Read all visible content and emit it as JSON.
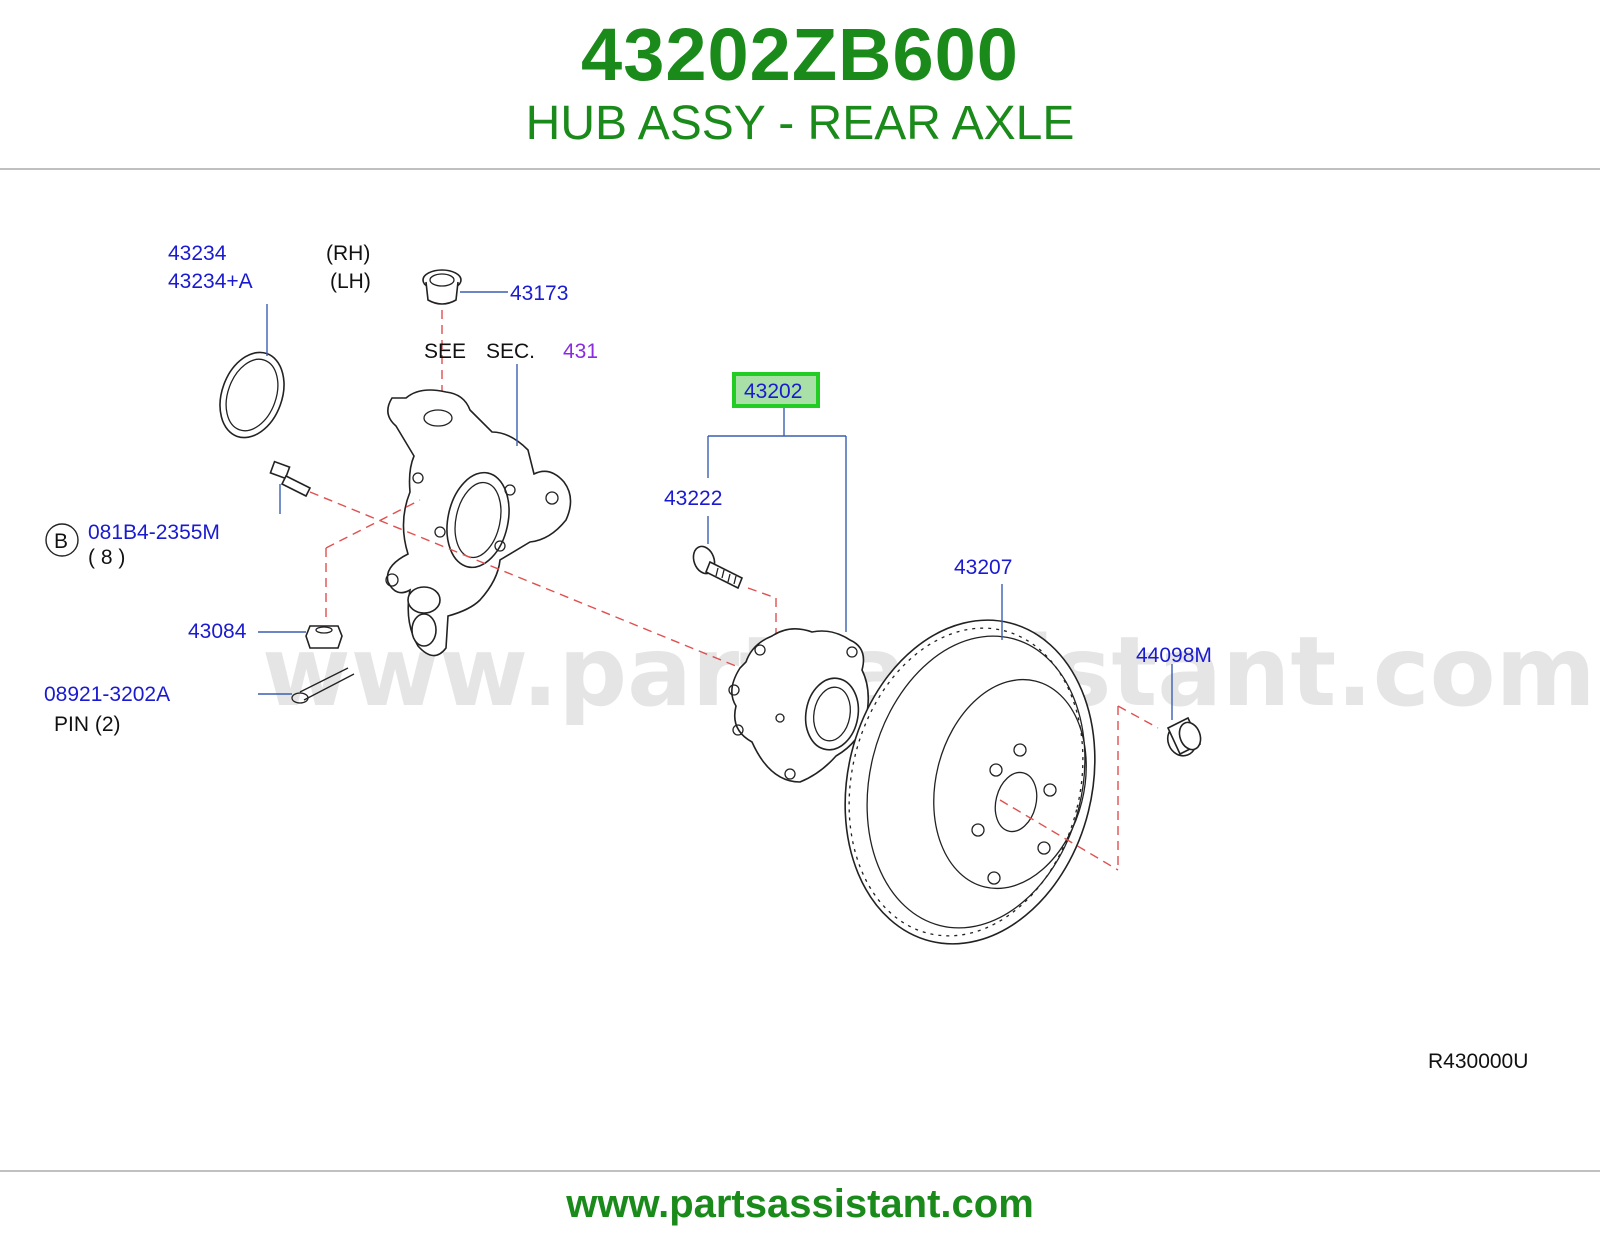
{
  "header": {
    "part_number": "43202ZB600",
    "part_title": "HUB ASSY - REAR AXLE"
  },
  "footer": {
    "url": "www.partsassistant.com"
  },
  "watermark": "www.partsassistant.com",
  "colors": {
    "brand_green": "#1a8a1a",
    "callout_blue": "#1a1ad0",
    "section_purple": "#8a2be2",
    "highlight_fill": "#a8e0a8",
    "highlight_border": "#22cc22"
  },
  "labels": {
    "p43234": "43234",
    "p43234a": "43234+A",
    "rh": "(RH)",
    "lh": "(LH)",
    "p43173": "43173",
    "see": "SEE",
    "sec": "SEC.",
    "sec_num": "431",
    "p43202": "43202",
    "p43222": "43222",
    "b_circle": "B",
    "p081b4": "081B4-2355M",
    "qty8": "( 8 )",
    "p43084": "43084",
    "p08921": "08921-3202A",
    "pin": "PIN  (2)",
    "p43207": "43207",
    "p44098m": "44098M",
    "ref_code": "R430000U"
  }
}
